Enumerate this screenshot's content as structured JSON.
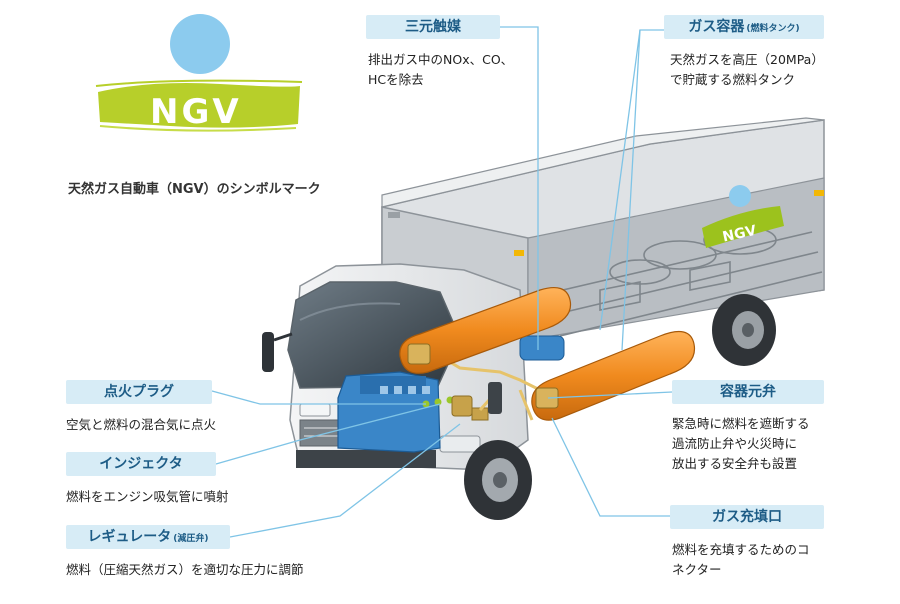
{
  "logo": {
    "text": "NGV",
    "caption": "天然ガス自動車（NGV）のシンボルマーク",
    "truck_logo_text": "NGV",
    "colors": {
      "circle": "#8ccbee",
      "brush": "#b7cf2a"
    }
  },
  "components": {
    "catalyst": {
      "title": "三元触媒",
      "desc": [
        "排出ガス中のNOx、CO、",
        "HCを除去"
      ]
    },
    "gas_tank": {
      "title": "ガス容器",
      "title_sub": "(燃料タンク)",
      "desc": [
        "天然ガスを高圧（20MPa）",
        "で貯蔵する燃料タンク"
      ]
    },
    "spark_plug": {
      "title": "点火プラグ",
      "desc": [
        "空気と燃料の混合気に点火"
      ]
    },
    "injector": {
      "title": "インジェクタ",
      "desc": [
        "燃料をエンジン吸気管に噴射"
      ]
    },
    "regulator": {
      "title": "レギュレータ",
      "title_sub": "(減圧弁)",
      "desc": [
        "燃料（圧縮天然ガス）を適切な圧力に調節"
      ]
    },
    "valve": {
      "title": "容器元弁",
      "desc": [
        "緊急時に燃料を遮断する",
        "過流防止弁や火災時に",
        "放出する安全弁も設置"
      ]
    },
    "fill_port": {
      "title": "ガス充填口",
      "desc": [
        "燃料を充填するためのコ",
        "ネクター"
      ]
    }
  },
  "colors": {
    "label_bg": "#d7ecf6",
    "label_text": "#1d5c86",
    "tank": "#f08a1e",
    "engine": "#3a86c8",
    "leader_line": "#7fc4e6"
  }
}
